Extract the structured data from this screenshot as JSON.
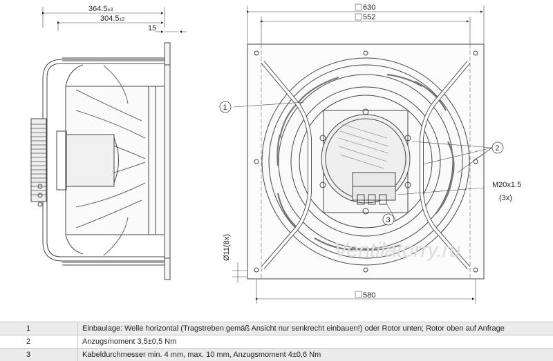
{
  "dimensions": {
    "overall_length": "364.5",
    "overall_length_tol": "±3",
    "body_length": "304.5",
    "body_length_tol": "±2",
    "flange_thickness": "15",
    "plate_width": "630",
    "inner_width": "552",
    "hole_spacing": "580",
    "hole_diameter": "Ø11(8x)"
  },
  "callouts": {
    "c1": "1",
    "c2": "2",
    "c3": "3",
    "cable_gland": "M20x1.5",
    "cable_gland_count": "(3x)"
  },
  "watermark": "Ventilatorry.ru",
  "notes": [
    {
      "num": "1",
      "text": "Einbaulage: Welle horizontal (Tragstreben gemäß Ansicht nur senkrecht einbauen!) oder Rotor unten; Rotor oben auf Anfrage"
    },
    {
      "num": "2",
      "text": "Anzugsmoment 3,5±0,5 Nm"
    },
    {
      "num": "3",
      "text": "Kabeldurchmesser min. 4 mm, max. 10 mm, Anzugsmoment 4±0,6 Nm"
    }
  ]
}
